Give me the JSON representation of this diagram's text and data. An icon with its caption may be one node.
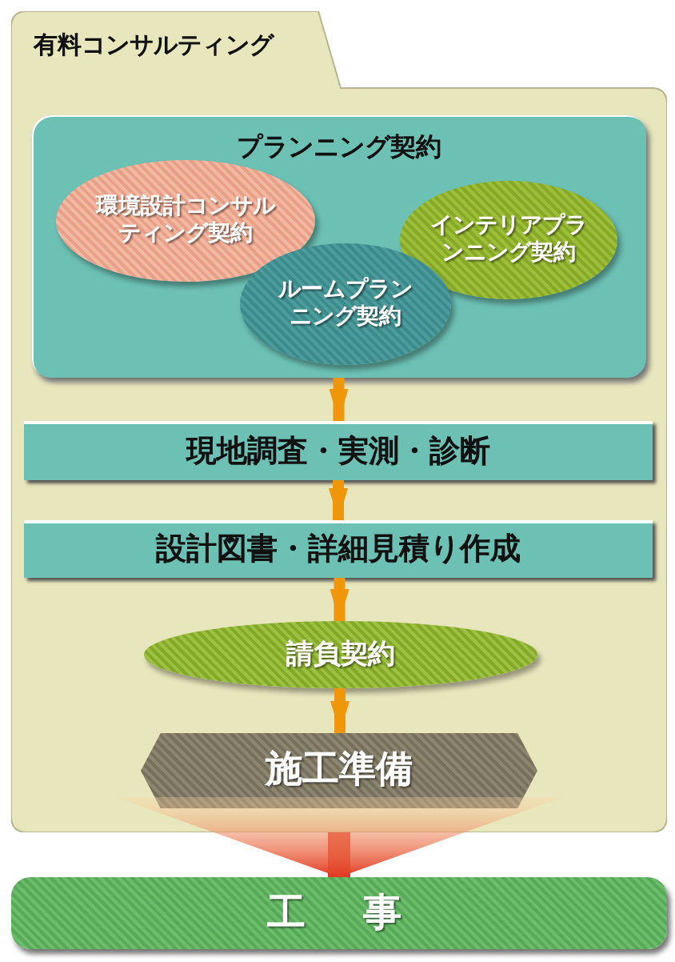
{
  "diagram": {
    "nodes": [
      {
        "text": [
          "有料コンサルティング"
        ]
      },
      {
        "text": [
          "プランニング契約"
        ],
        "in": 0
      },
      {
        "text": [
          "環境設計コンサルティング契約"
        ],
        "in": 1
      },
      {
        "text": [
          "ルームプランニング契約"
        ],
        "in": 1
      },
      {
        "text": [
          "インテリアプランニング契約"
        ],
        "in": 1
      },
      {
        "text": [
          "現地調査・実測・診断"
        ],
        "in": 0
      },
      {
        "text": [
          "設計図書・詳細見積り作成"
        ],
        "in": 0
      },
      {
        "text": [
          "請負契約"
        ],
        "in": 0
      },
      {
        "text": [
          "施工準備"
        ],
        "in": 0
      },
      {
        "text": [
          "工　事"
        ]
      }
    ],
    "edges": [
      {
        "from": 1,
        "to": 5,
        "arrow": "to"
      },
      {
        "from": 5,
        "to": 6,
        "arrow": "to"
      },
      {
        "from": 6,
        "to": 7,
        "arrow": "to"
      },
      {
        "from": 7,
        "to": 8,
        "arrow": "to"
      },
      {
        "from": 0,
        "to": 9,
        "arrow": "to",
        "style": "thick",
        "color": "#e23a22"
      }
    ]
  }
}
